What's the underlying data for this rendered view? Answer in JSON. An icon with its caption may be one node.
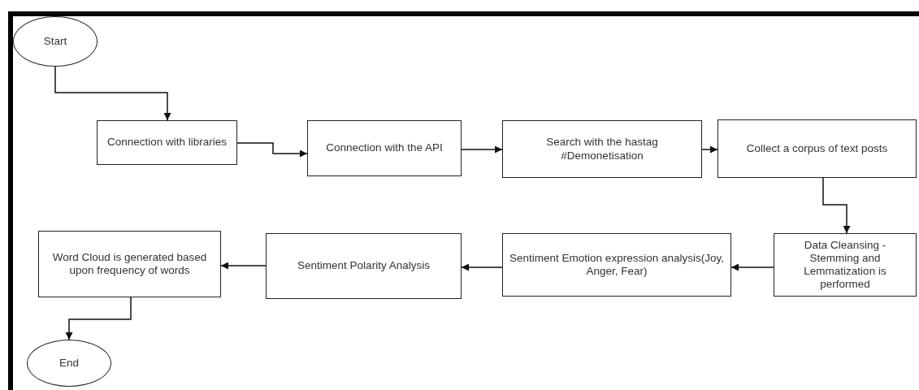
{
  "diagram": {
    "nodes": [
      {
        "text": [
          "Start"
        ]
      },
      {
        "text": [
          "Connection with libraries"
        ]
      },
      {
        "text": [
          "Connection with the API"
        ]
      },
      {
        "text": [
          "Search with the hastag #Demonetisation"
        ]
      },
      {
        "text": [
          "Collect a corpus of text posts"
        ]
      },
      {
        "text": [
          "Data Cleansing - Stemming and Lemmatization is performed"
        ]
      },
      {
        "text": [
          "Sentiment Emotion expression analysis(Joy, Anger, Fear)"
        ]
      },
      {
        "text": [
          "Sentiment Polarity Analysis"
        ]
      },
      {
        "text": [
          "Word Cloud is generated based upon frequency of words"
        ]
      },
      {
        "text": [
          "End"
        ]
      }
    ],
    "edges": [
      {
        "from": 0,
        "to": 1,
        "arrow": "to"
      },
      {
        "from": 1,
        "to": 2,
        "arrow": "to"
      },
      {
        "from": 2,
        "to": 3,
        "arrow": "to"
      },
      {
        "from": 3,
        "to": 4,
        "arrow": "to"
      },
      {
        "from": 4,
        "to": 5,
        "arrow": "to"
      },
      {
        "from": 5,
        "to": 6,
        "arrow": "to"
      },
      {
        "from": 6,
        "to": 7,
        "arrow": "to"
      },
      {
        "from": 7,
        "to": 8,
        "arrow": "to"
      },
      {
        "from": 8,
        "to": 9,
        "arrow": "to"
      }
    ]
  }
}
